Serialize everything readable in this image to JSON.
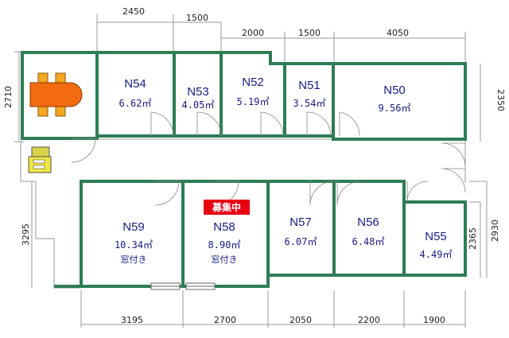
{
  "rooms": [
    {
      "id": "N54",
      "area": "6.62㎡"
    },
    {
      "id": "N53",
      "area": "4.05㎡"
    },
    {
      "id": "N52",
      "area": "5.19㎡"
    },
    {
      "id": "N51",
      "area": "3.54㎡"
    },
    {
      "id": "N50",
      "area": "9.56㎡"
    },
    {
      "id": "N59",
      "area": "10.34㎡",
      "note": "窓付き"
    },
    {
      "id": "N58",
      "area": "8.90㎡",
      "note": "窓付き",
      "badge": "募集中"
    },
    {
      "id": "N57",
      "area": "6.07㎡"
    },
    {
      "id": "N56",
      "area": "6.48㎡"
    },
    {
      "id": "N55",
      "area": "4.49㎡"
    }
  ],
  "dimensions": {
    "top_row1": [
      "2450",
      "1500"
    ],
    "top_row2": [
      "2000",
      "1500",
      "4050"
    ],
    "bottom": [
      "3195",
      "2700",
      "2050",
      "2200",
      "1900"
    ],
    "left": [
      "2710",
      "3295"
    ],
    "right": [
      "2350",
      "2365",
      "2930"
    ]
  },
  "colors": {
    "wall": "#2e7d55",
    "badge": "#e60012",
    "text": "#1a1a80"
  }
}
